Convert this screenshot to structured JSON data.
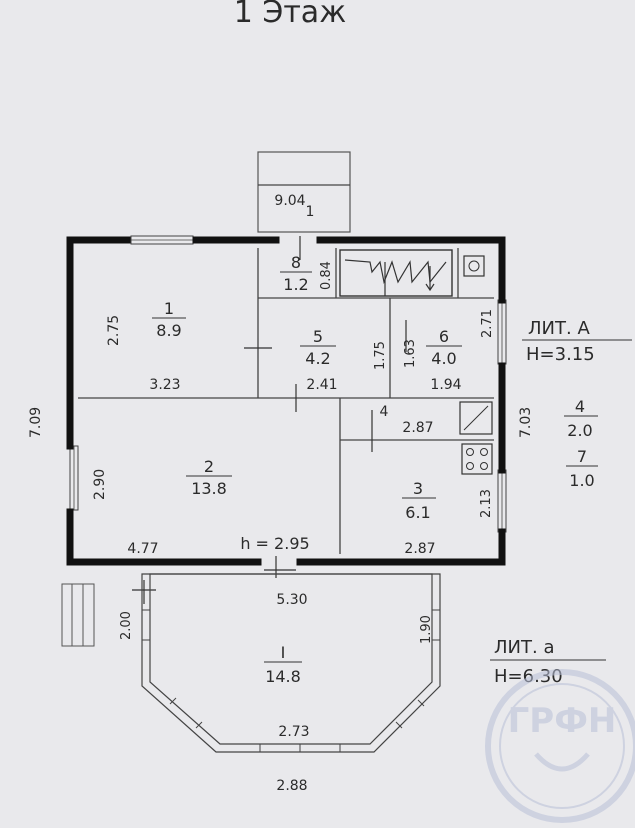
{
  "title": "1 Этаж",
  "rooms": [
    {
      "num": "1",
      "area": "8.9"
    },
    {
      "num": "2",
      "area": "13.8"
    },
    {
      "num": "3",
      "area": "6.1"
    },
    {
      "num": "4",
      "area": "2.0"
    },
    {
      "num": "5",
      "area": "4.2"
    },
    {
      "num": "6",
      "area": "4.0"
    },
    {
      "num": "7",
      "area": "1.0"
    },
    {
      "num": "8",
      "area": "1.2"
    },
    {
      "num": "I",
      "area": "14.8"
    }
  ],
  "dimensions": {
    "top_width": "9.04",
    "top_index": "1",
    "room8_depth": "0.84",
    "room1_height": "2.75",
    "room1_width": "3.23",
    "room5_depth": "1.75",
    "room5_width": "2.41",
    "room6_depth": "1.63",
    "room6_width": "1.94",
    "room6_right": "2.71",
    "room4_label": "4",
    "room4_width": "2.87",
    "right_total": "7.03",
    "left_total": "7.09",
    "room2_height": "2.90",
    "room3_height": "2.13",
    "bottom_left": "4.77",
    "ceiling_height": "h = 2.95",
    "bottom_right": "2.87",
    "veranda_width": "5.30",
    "veranda_left": "2.00",
    "veranda_right": "1.90",
    "veranda_front": "2.73",
    "veranda_bottom": "2.88"
  },
  "liter_main": {
    "label": "ЛИТ. А",
    "height": "H=3.15"
  },
  "liter_annex": {
    "label": "ЛИТ. а",
    "height": "H=6.30"
  },
  "stamp": {
    "text": "ГРФН"
  },
  "colors": {
    "background": "#e9e9ec",
    "wall": "#111111",
    "ink": "#2b2b2b",
    "stamp": "#b9c0d8"
  }
}
